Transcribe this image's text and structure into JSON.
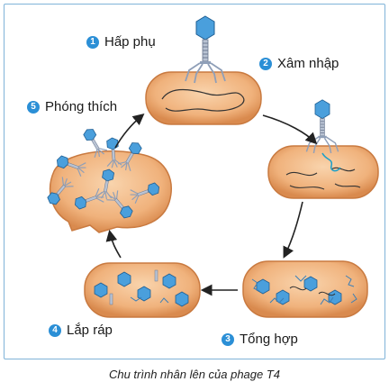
{
  "stages": [
    {
      "number": "1",
      "label": "Hấp phụ"
    },
    {
      "number": "2",
      "label": "Xâm nhập"
    },
    {
      "number": "3",
      "label": "Tổng hợp"
    },
    {
      "number": "4",
      "label": "Lắp ráp"
    },
    {
      "number": "5",
      "label": "Phóng thích"
    }
  ],
  "caption": "Chu trình nhân lên của phage T4",
  "colors": {
    "cell_outer": "#d98a4e",
    "cell_inner": "#f3b784",
    "phage_head": "#4a9fdc",
    "phage_tail": "#8f9fb8",
    "badge": "#2b8fd6",
    "arrow": "#222222"
  }
}
